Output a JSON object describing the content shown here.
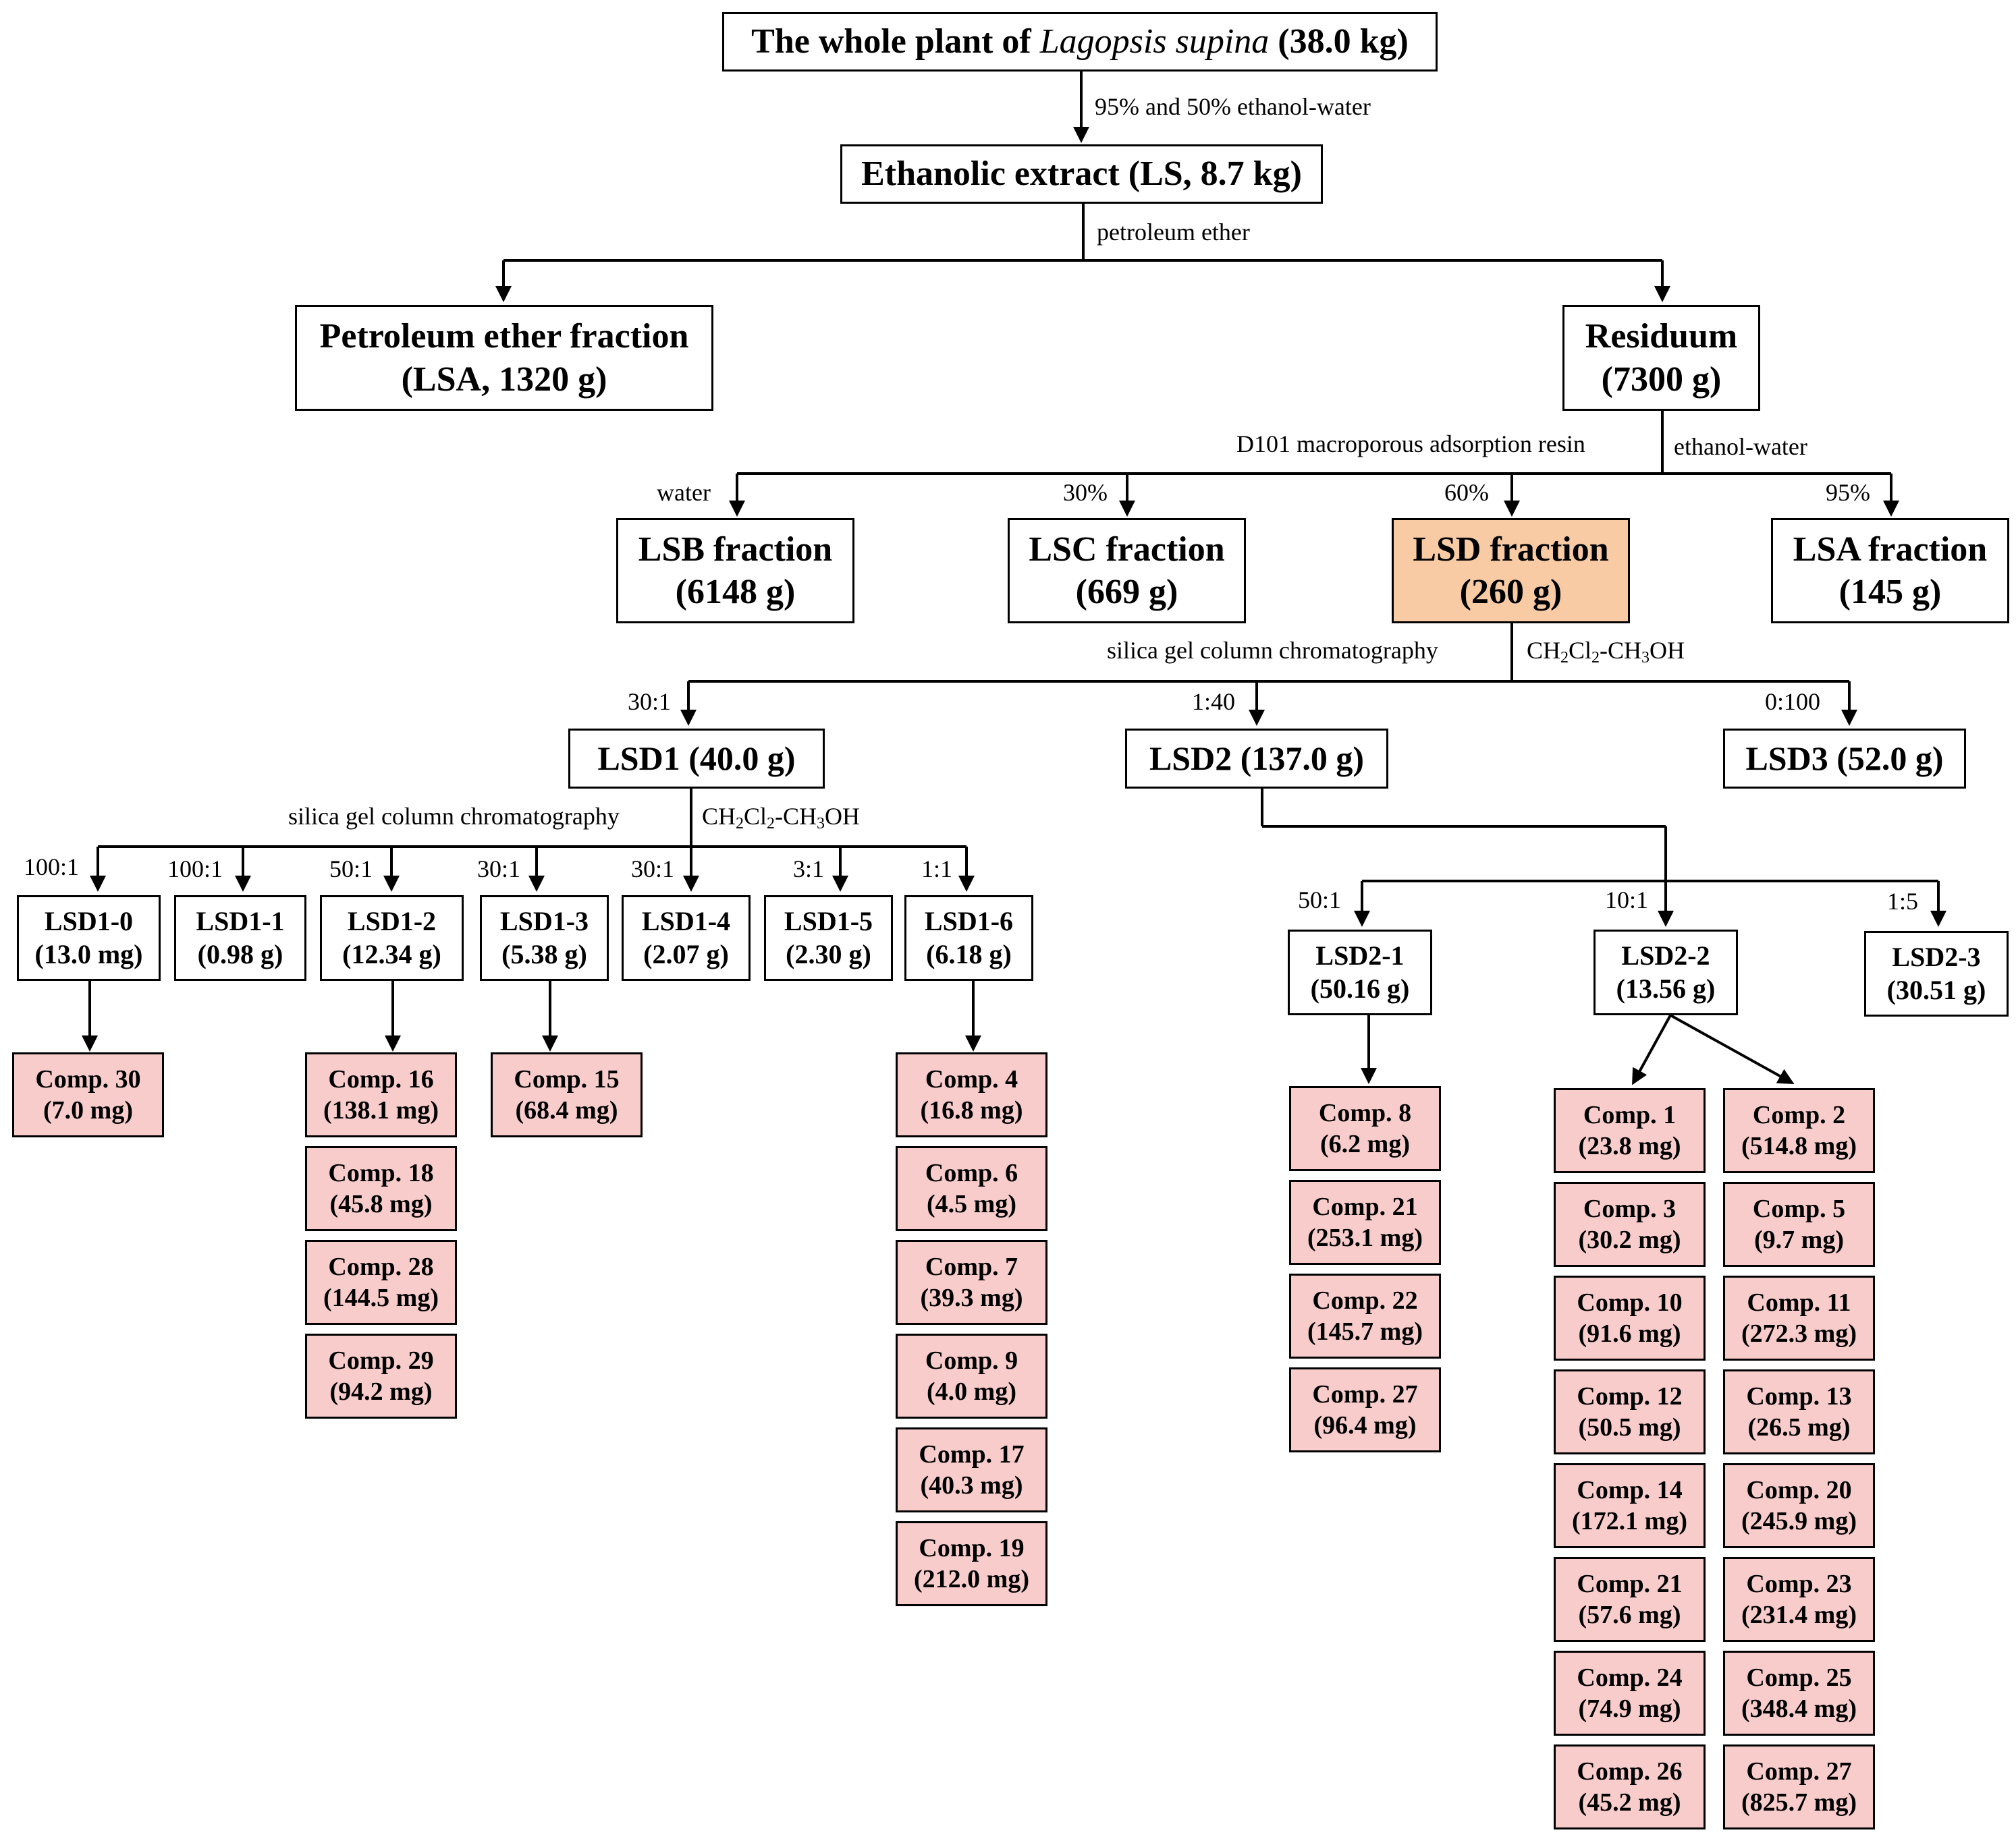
{
  "root": {
    "title_pre": "The whole plant of ",
    "title_species": "Lagopsis supina",
    "title_post": " (38.0 kg)"
  },
  "steps": {
    "ethanol_water": "95% and 50% ethanol-water",
    "petroleum_ether": "petroleum ether",
    "resin": "D101 macroporous adsorption resin",
    "ethanol_water_short": "ethanol-water",
    "silica_1": "silica gel column chromatography",
    "silica_2": "silica gel column chromatography",
    "solvent_1": {
      "a": "CH",
      "a_sub": "2",
      "b": "Cl",
      "b_sub": "2",
      "c": "-CH",
      "c_sub": "3",
      "d": "OH"
    },
    "solvent_2": {
      "a": "CH",
      "a_sub": "2",
      "b": "Cl",
      "b_sub": "2",
      "c": "-CH",
      "c_sub": "3",
      "d": "OH"
    }
  },
  "extract": "Ethanolic extract (LS, 8.7 kg)",
  "pe_fraction": {
    "line1": "Petroleum ether fraction",
    "line2": "(LSA, 1320 g)"
  },
  "residuum": {
    "line1": "Residuum",
    "line2": "(7300 g)"
  },
  "resin_fractions": [
    {
      "ratio": "water",
      "line1": "LSB fraction",
      "line2": "(6148 g)"
    },
    {
      "ratio": "30%",
      "line1": "LSC fraction",
      "line2": "(669 g)"
    },
    {
      "ratio": "60%",
      "line1": "LSD fraction",
      "line2": "(260 g)"
    },
    {
      "ratio": "95%",
      "line1": "LSA fraction",
      "line2": "(145 g)"
    }
  ],
  "lsd_fractions": [
    {
      "ratio": "30:1",
      "label": "LSD1 (40.0 g)"
    },
    {
      "ratio": "1:40",
      "label": "LSD2 (137.0 g)"
    },
    {
      "ratio": "0:100",
      "label": "LSD3 (52.0 g)"
    }
  ],
  "lsd1_sub": [
    {
      "ratio": "100:1",
      "line1": "LSD1-0",
      "line2": "(13.0 mg)"
    },
    {
      "ratio": "100:1",
      "line1": "LSD1-1",
      "line2": "(0.98 g)"
    },
    {
      "ratio": "50:1",
      "line1": "LSD1-2",
      "line2": "(12.34 g)"
    },
    {
      "ratio": "30:1",
      "line1": "LSD1-3",
      "line2": "(5.38 g)"
    },
    {
      "ratio": "30:1",
      "line1": "LSD1-4",
      "line2": "(2.07 g)"
    },
    {
      "ratio": "3:1",
      "line1": "LSD1-5",
      "line2": "(2.30 g)"
    },
    {
      "ratio": "1:1",
      "line1": "LSD1-6",
      "line2": "(6.18 g)"
    }
  ],
  "lsd2_sub": [
    {
      "ratio": "50:1",
      "line1": "LSD2-1",
      "line2": "(50.16 g)"
    },
    {
      "ratio": "10:1",
      "line1": "LSD2-2",
      "line2": "(13.56 g)"
    },
    {
      "ratio": "1:5",
      "line1": "LSD2-3",
      "line2": "(30.51 g)"
    }
  ],
  "compounds": {
    "lsd1_0": [
      {
        "name": "Comp. 30",
        "mass": "(7.0 mg)"
      }
    ],
    "lsd1_2": [
      {
        "name": "Comp. 16",
        "mass": "(138.1 mg)"
      },
      {
        "name": "Comp. 18",
        "mass": "(45.8 mg)"
      },
      {
        "name": "Comp. 28",
        "mass": "(144.5 mg)"
      },
      {
        "name": "Comp. 29",
        "mass": "(94.2 mg)"
      }
    ],
    "lsd1_3": [
      {
        "name": "Comp. 15",
        "mass": "(68.4 mg)"
      }
    ],
    "lsd1_6": [
      {
        "name": "Comp. 4",
        "mass": "(16.8 mg)"
      },
      {
        "name": "Comp. 6",
        "mass": "(4.5 mg)"
      },
      {
        "name": "Comp. 7",
        "mass": "(39.3 mg)"
      },
      {
        "name": "Comp. 9",
        "mass": "(4.0 mg)"
      },
      {
        "name": "Comp. 17",
        "mass": "(40.3 mg)"
      },
      {
        "name": "Comp. 19",
        "mass": "(212.0 mg)"
      }
    ],
    "lsd2_1": [
      {
        "name": "Comp. 8",
        "mass": "(6.2 mg)"
      },
      {
        "name": "Comp. 21",
        "mass": "(253.1 mg)"
      },
      {
        "name": "Comp. 22",
        "mass": "(145.7 mg)"
      },
      {
        "name": "Comp. 27",
        "mass": "(96.4 mg)"
      }
    ],
    "lsd2_2_left": [
      {
        "name": "Comp. 1",
        "mass": "(23.8 mg)"
      },
      {
        "name": "Comp. 3",
        "mass": "(30.2 mg)"
      },
      {
        "name": "Comp. 10",
        "mass": "(91.6 mg)"
      },
      {
        "name": "Comp. 12",
        "mass": "(50.5 mg)"
      },
      {
        "name": "Comp. 14",
        "mass": "(172.1 mg)"
      },
      {
        "name": "Comp. 21",
        "mass": "(57.6 mg)"
      },
      {
        "name": "Comp. 24",
        "mass": "(74.9 mg)"
      },
      {
        "name": "Comp. 26",
        "mass": "(45.2 mg)"
      }
    ],
    "lsd2_2_right": [
      {
        "name": "Comp. 2",
        "mass": "(514.8 mg)"
      },
      {
        "name": "Comp. 5",
        "mass": "(9.7 mg)"
      },
      {
        "name": "Comp. 11",
        "mass": "(272.3 mg)"
      },
      {
        "name": "Comp. 13",
        "mass": "(26.5 mg)"
      },
      {
        "name": "Comp. 20",
        "mass": "(245.9 mg)"
      },
      {
        "name": "Comp. 23",
        "mass": "(231.4 mg)"
      },
      {
        "name": "Comp. 25",
        "mass": "(348.4 mg)"
      },
      {
        "name": "Comp. 27",
        "mass": "(825.7 mg)"
      }
    ]
  },
  "colors": {
    "highlight": "#f9cba5",
    "compound": "#f9cccc",
    "line": "#000000"
  }
}
